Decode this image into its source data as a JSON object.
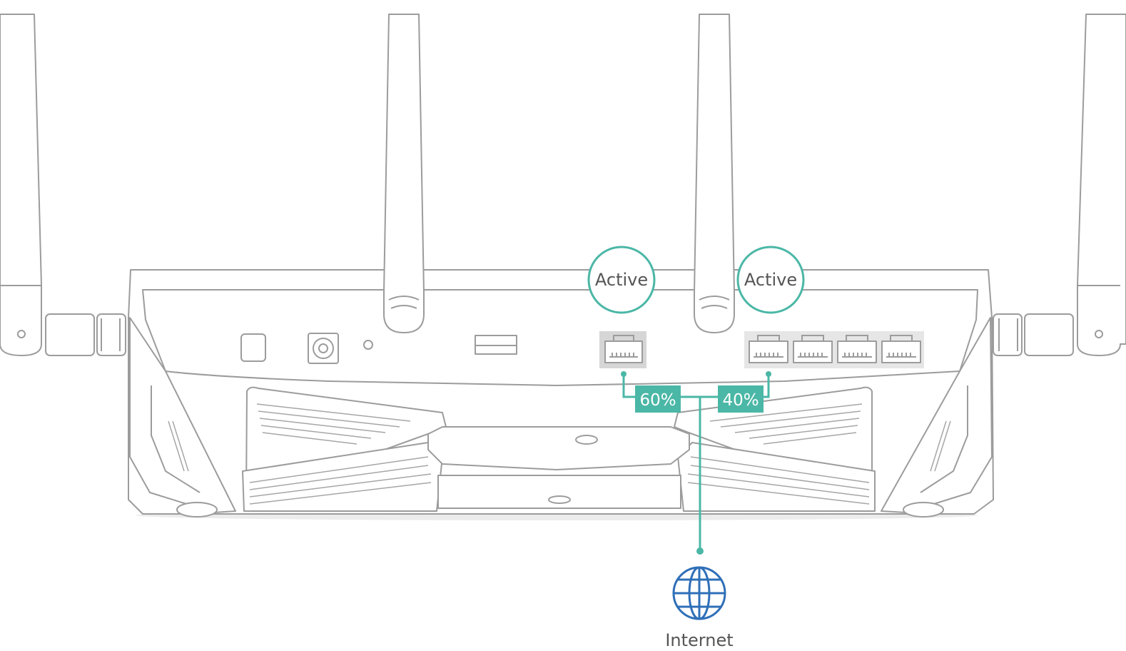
{
  "diagram": {
    "status_left": "Active",
    "status_right": "Active",
    "split_left": "60%",
    "split_right": "40%",
    "internet_label": "Internet"
  },
  "colors": {
    "accent": "#4bb7a6",
    "outline": "#9c9c9c",
    "globe": "#2f6fb8",
    "text": "#555555"
  },
  "icons": [
    "globe-icon",
    "ethernet-port-icon",
    "usb-port-icon",
    "power-jack-icon",
    "reset-hole-icon",
    "power-button-icon"
  ]
}
